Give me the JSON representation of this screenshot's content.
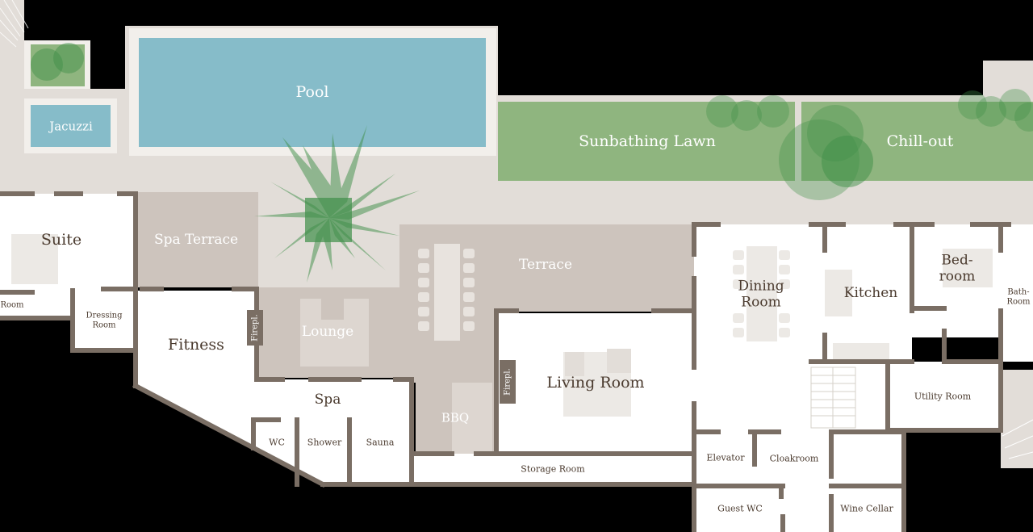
{
  "colors": {
    "background": "#000000",
    "outdoor_paving": "#e2ddd8",
    "terrace": "#cdc4bd",
    "room_floor": "#ffffff",
    "wall": "#7a6e64",
    "water": "#86bcc9",
    "lawn": "#8fb57f",
    "tree": "#3f8f48",
    "label_dark": "#4a3a2e"
  },
  "labels": {
    "pool": "Pool",
    "jacuzzi": "Jacuzzi",
    "sunbathing_lawn": "Sunbathing Lawn",
    "chill_out": "Chill-out",
    "suite": "Suite",
    "spa_terrace": "Spa Terrace",
    "terrace": "Terrace",
    "dining_room_1": "Dining",
    "dining_room_2": "Room",
    "kitchen": "Kitchen",
    "bedroom_1": "Bed-",
    "bedroom_2": "room",
    "bathroom_1": "Bath-",
    "bathroom_2": "Room",
    "room_left": "Room",
    "dressing_1": "Dressing",
    "dressing_2": "Room",
    "fitness": "Fitness",
    "fireplace_1": "Firepl.",
    "lounge": "Lounge",
    "fireplace_2": "Firepl.",
    "living_room": "Living Room",
    "spa": "Spa",
    "wc": "WC",
    "shower": "Shower",
    "sauna": "Sauna",
    "bbq": "BBQ",
    "storage_room": "Storage Room",
    "elevator": "Elevator",
    "cloakroom": "Cloakroom",
    "utility_room": "Utility Room",
    "guest_wc": "Guest WC",
    "wine_cellar": "Wine Cellar"
  }
}
